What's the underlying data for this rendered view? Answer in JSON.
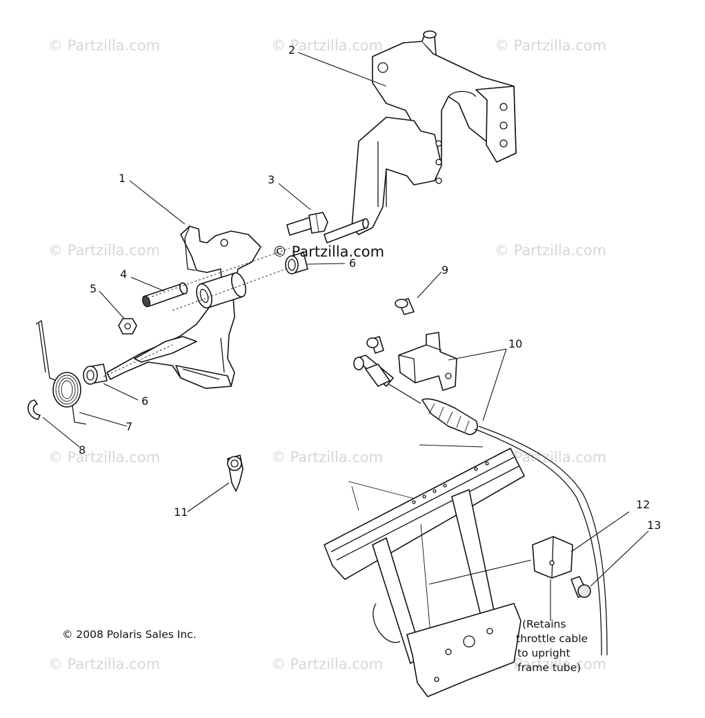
{
  "watermark": "© Partzilla.com",
  "watermark_center": "© Partzilla.com",
  "copyright": "© 2008 Polaris Sales Inc.",
  "callouts": [
    "1",
    "2",
    "3",
    "4",
    "5",
    "6",
    "6",
    "7",
    "8",
    "9",
    "10",
    "11",
    "12",
    "13"
  ],
  "note_lines": [
    "(Retains",
    "throttle cable",
    "to upright",
    "frame tube)"
  ]
}
